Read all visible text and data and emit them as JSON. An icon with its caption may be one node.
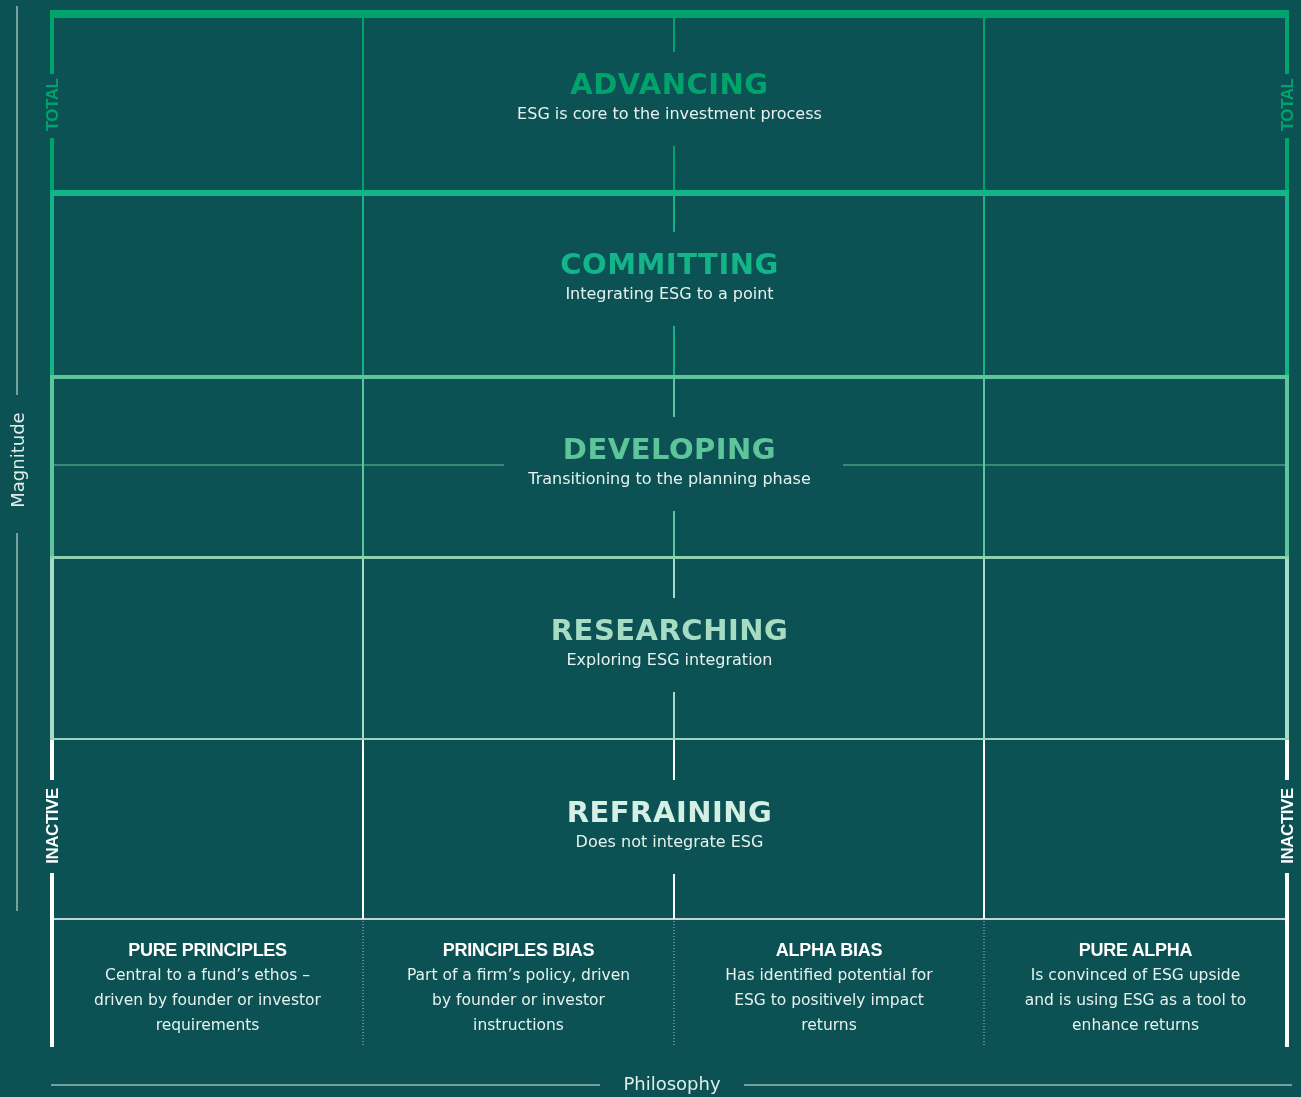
{
  "diagram": {
    "nodes": [
      {
        "text": [
          "ADVANCING",
          "ESG is core to the investment process"
        ]
      },
      {
        "text": [
          "COMMITTING",
          "Integrating ESG to a point"
        ]
      },
      {
        "text": [
          "DEVELOPING",
          "Transitioning to the planning phase"
        ]
      },
      {
        "text": [
          "RESEARCHING",
          "Exploring ESG integration"
        ]
      },
      {
        "text": [
          "REFRAINING",
          "Does not integrate ESG"
        ]
      },
      {
        "text": [
          "PURE PRINCIPLES",
          "Central to a fund’s ethos – driven by founder or investor requirements"
        ]
      },
      {
        "text": [
          "PRINCIPLES BIAS",
          "Part of a firm’s policy, driven by founder or investor instructions"
        ]
      },
      {
        "text": [
          "ALPHA BIAS",
          "Has identified potential for ESG to positively impact returns"
        ]
      },
      {
        "text": [
          "PURE ALPHA",
          "Is convinced of ESG upside and is using ESG as a tool to enhance returns"
        ]
      }
    ],
    "labels": [
      "TOTAL",
      "TOTAL",
      "Magnitude",
      "INACTIVE",
      "INACTIVE",
      "Philosophy"
    ]
  }
}
